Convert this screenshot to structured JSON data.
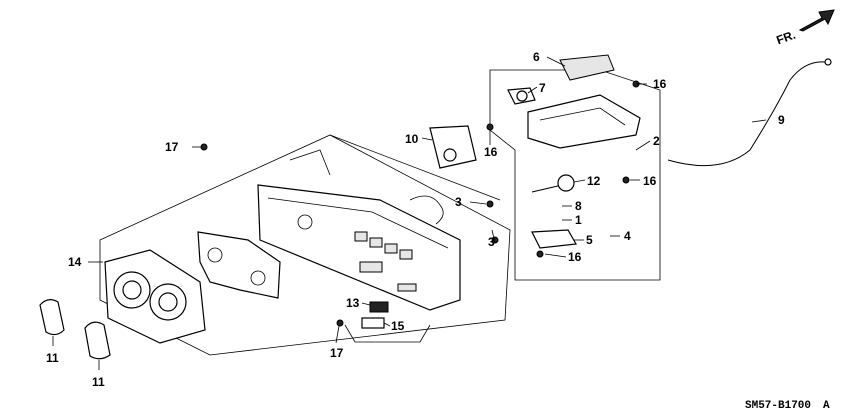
{
  "diagram": {
    "drawing_code": "SM57-B1700",
    "drawing_suffix": "A",
    "direction_label": "FR.",
    "callouts": [
      "1",
      "2",
      "3",
      "3",
      "4",
      "5",
      "6",
      "7",
      "8",
      "9",
      "10",
      "11",
      "11",
      "12",
      "13",
      "14",
      "15",
      "16",
      "16",
      "16",
      "16",
      "17",
      "17"
    ]
  }
}
